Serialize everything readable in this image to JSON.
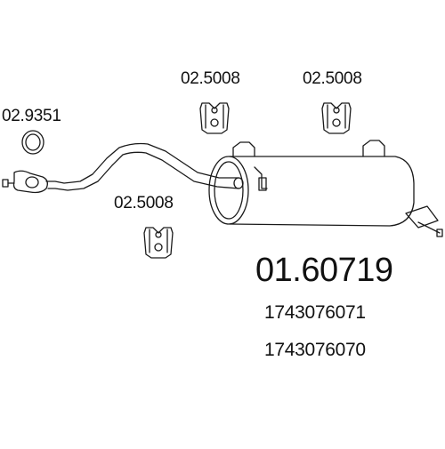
{
  "labels": {
    "gasket": "02.9351",
    "hanger_top_left": "02.5008",
    "hanger_top_right": "02.5008",
    "hanger_bottom": "02.5008"
  },
  "part_number": "01.60719",
  "oe_numbers": [
    "1743076071",
    "1743076070"
  ],
  "colors": {
    "line": "#1a1a1a",
    "background": "#ffffff"
  },
  "icons": [
    "gasket-ring-icon",
    "rubber-hanger-icon",
    "exhaust-pipe-icon",
    "rear-silencer-icon"
  ]
}
